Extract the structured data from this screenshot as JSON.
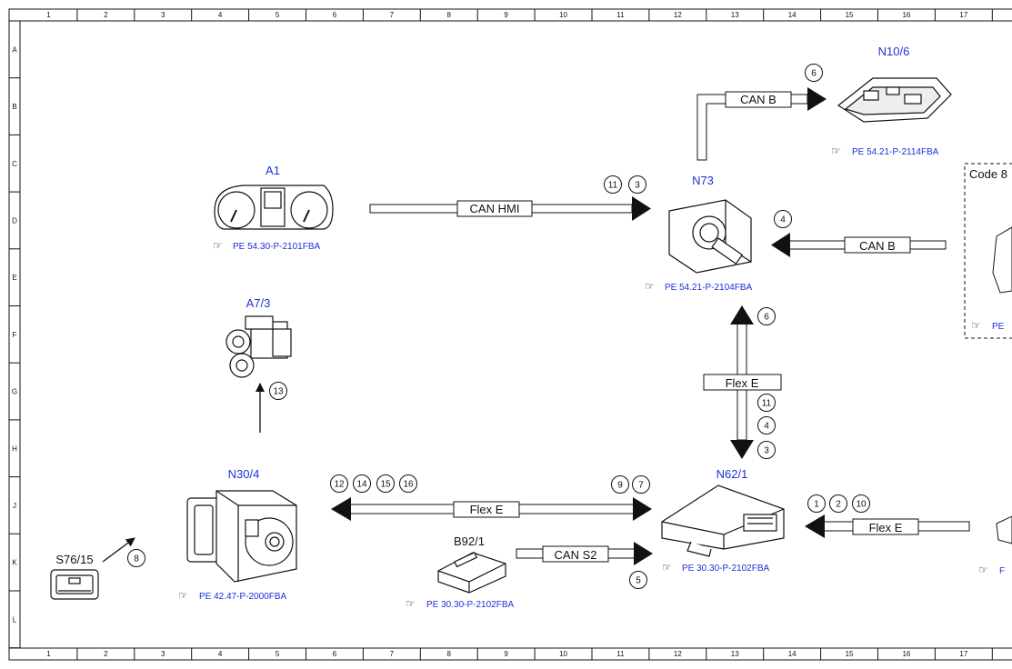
{
  "grid": {
    "columns": [
      "1",
      "2",
      "3",
      "4",
      "5",
      "6",
      "7",
      "8",
      "9",
      "10",
      "11",
      "12",
      "13",
      "14",
      "15",
      "16",
      "17"
    ],
    "rows": [
      "A",
      "B",
      "C",
      "D",
      "E",
      "F",
      "G",
      "H",
      "J",
      "K",
      "L"
    ]
  },
  "components": {
    "a1": {
      "label": "A1",
      "ref": "PE 54.30-P-2101FBA"
    },
    "a7_3": {
      "label": "A7/3"
    },
    "n73": {
      "label": "N73",
      "ref": "PE 54.21-P-2104FBA"
    },
    "n10_6": {
      "label": "N10/6",
      "ref": "PE 54.21-P-2114FBA"
    },
    "n30_4": {
      "label": "N30/4",
      "ref": "PE 42.47-P-2000FBA"
    },
    "n62_1": {
      "label": "N62/1",
      "ref": "PE 30.30-P-2102FBA"
    },
    "b92_1": {
      "label": "B92/1",
      "ref": "PE 30.30-P-2102FBA"
    },
    "s76_15": {
      "label": "S76/15"
    },
    "code_box": {
      "label": "Code 8",
      "ref": "PE"
    },
    "right_edge_ref": "F"
  },
  "buses": {
    "can_hmi": "CAN HMI",
    "can_b_top": "CAN B",
    "can_b_right": "CAN B",
    "flex_e_vertical": "Flex E",
    "flex_e_horizontal": "Flex E",
    "flex_e_right": "Flex E",
    "can_s2": "CAN S2"
  },
  "markers": {
    "m6_top": "6",
    "m11_n73": "11",
    "m3_n73": "3",
    "m4_right": "4",
    "m6_vert": "6",
    "m11_vert": "11",
    "m4_vert": "4",
    "m3_vert": "3",
    "m13": "13",
    "m12": "12",
    "m14": "14",
    "m15": "15",
    "m16": "16",
    "m9": "9",
    "m7": "7",
    "m1": "1",
    "m2": "2",
    "m10": "10",
    "m5": "5",
    "m8": "8"
  }
}
